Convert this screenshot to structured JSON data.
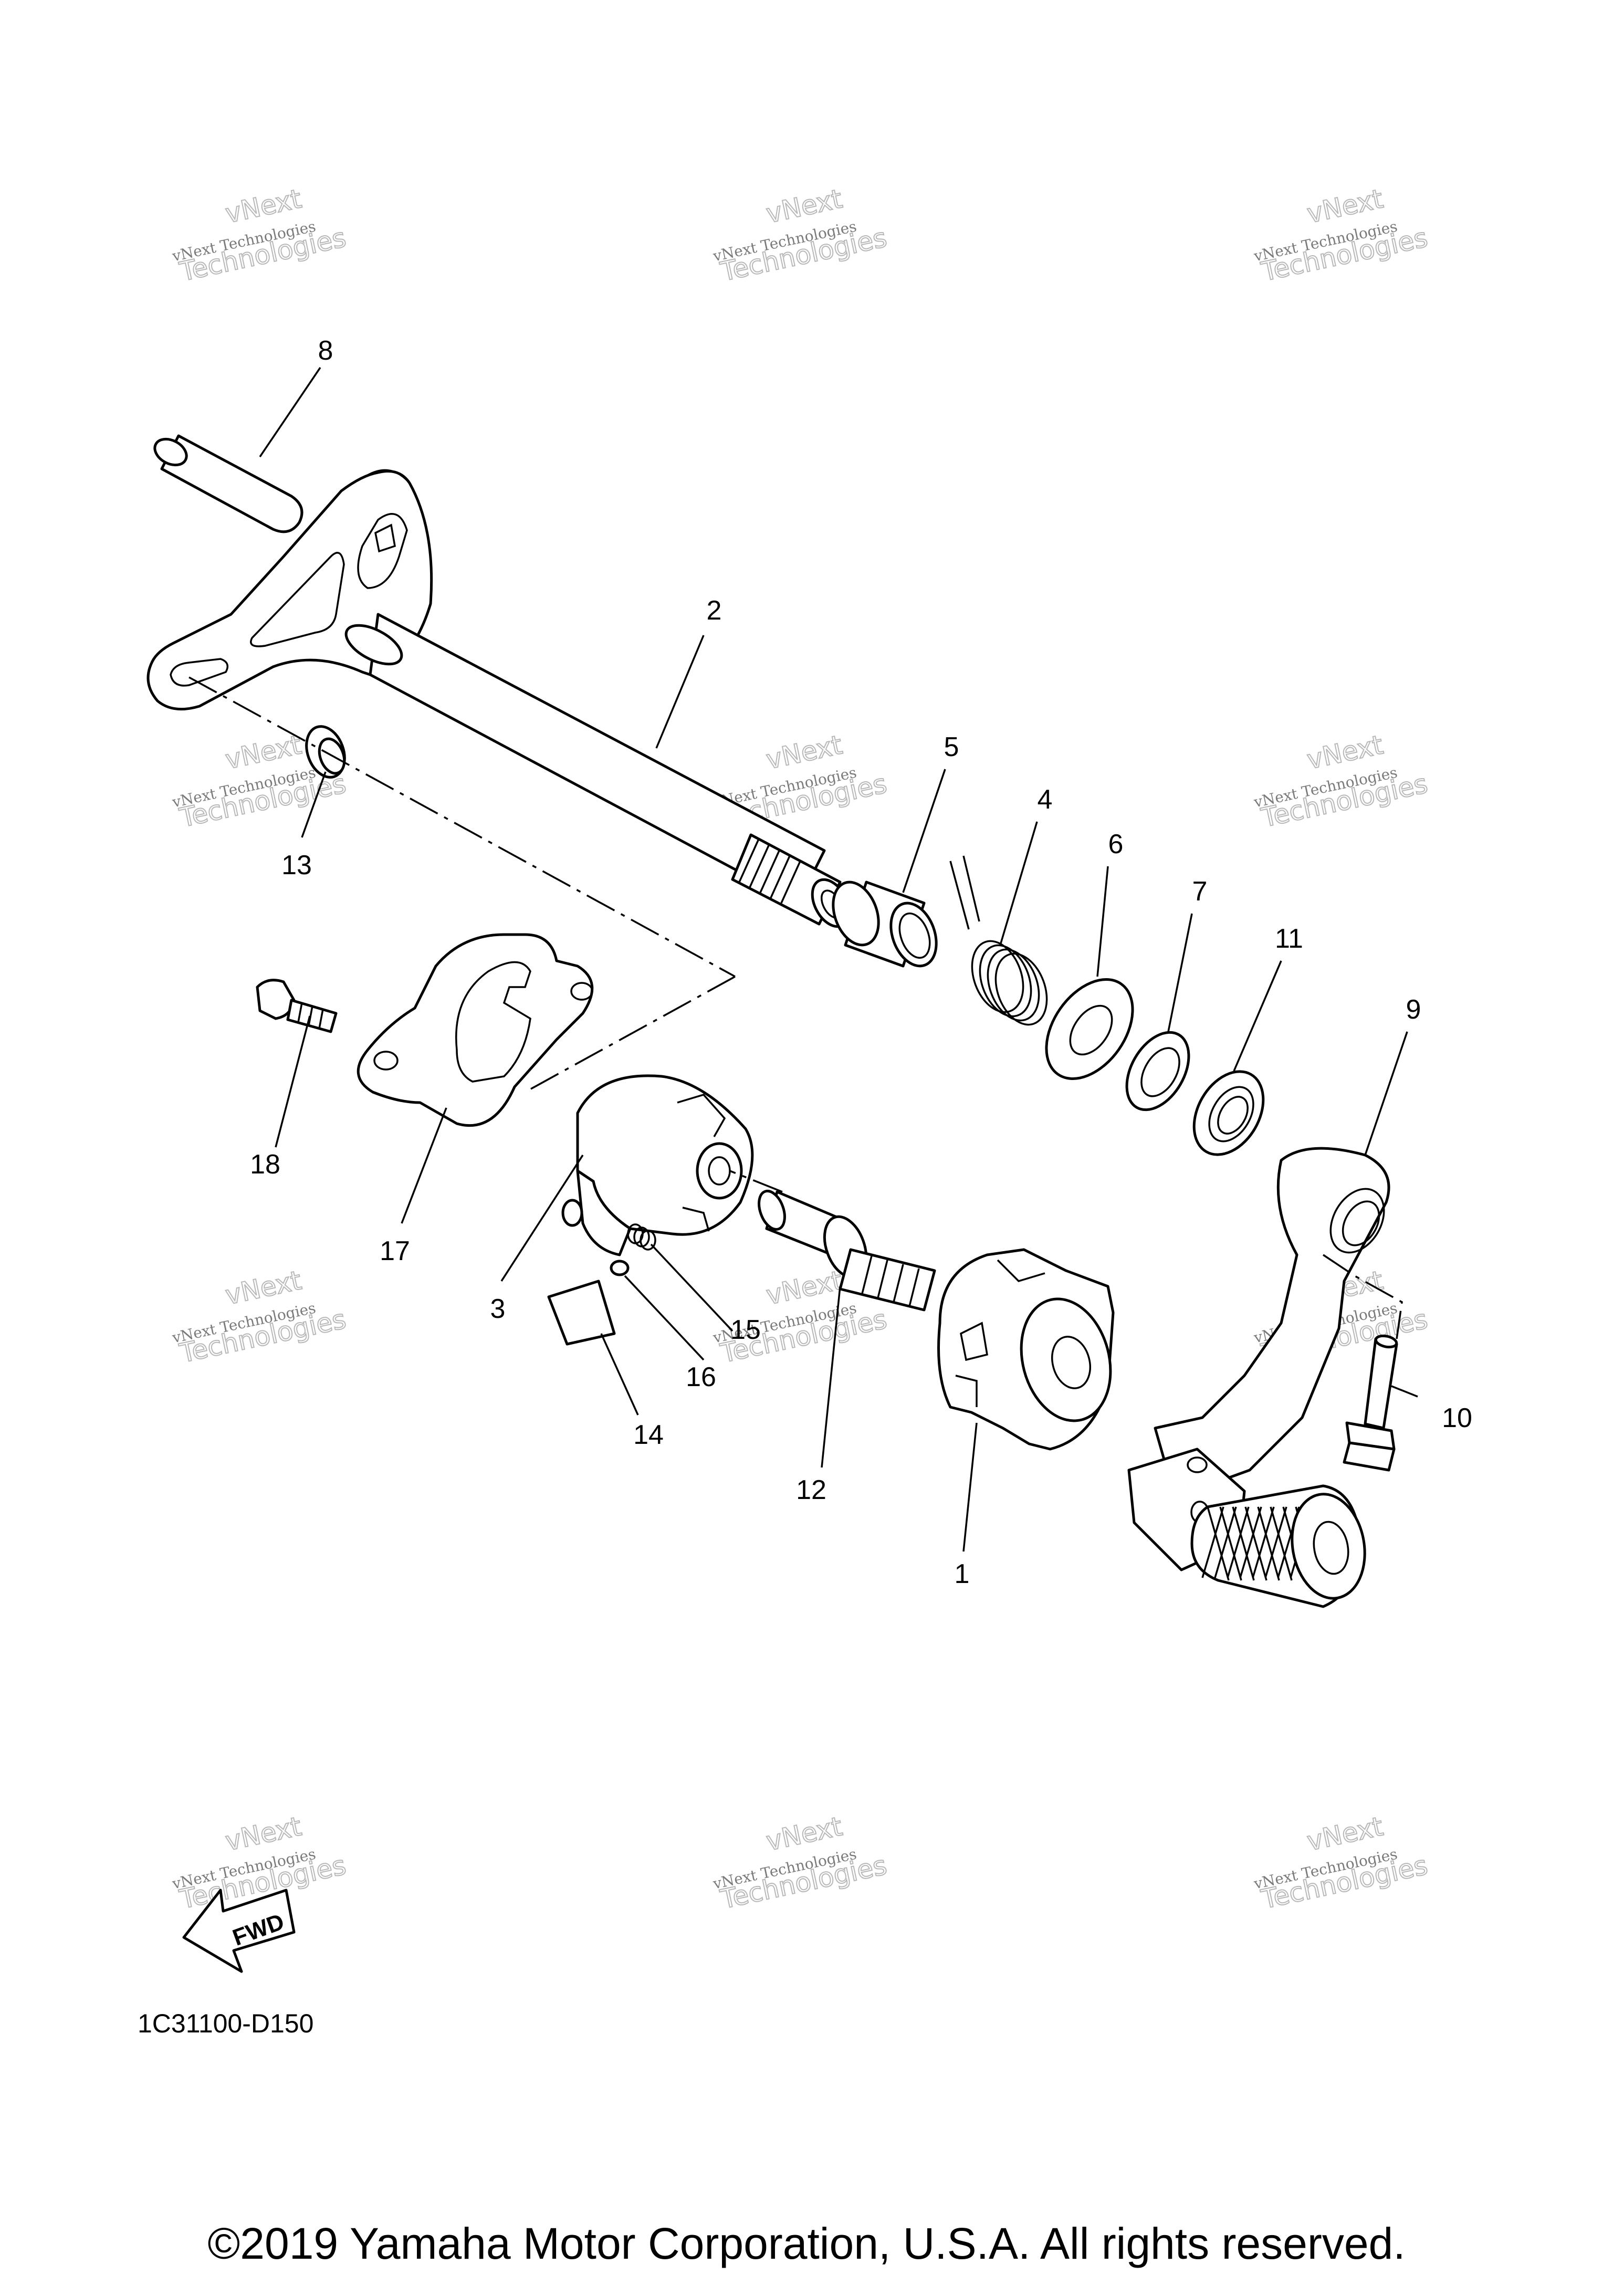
{
  "diagram": {
    "code": "1C31100-D150",
    "fwd_label": "FWD",
    "copyright": "©2019 Yamaha Motor Corporation, U.S.A. All rights reserved.",
    "callouts": [
      "1",
      "2",
      "3",
      "4",
      "5",
      "6",
      "7",
      "8",
      "9",
      "10",
      "11",
      "12",
      "13",
      "14",
      "15",
      "16",
      "17",
      "18"
    ],
    "watermark": {
      "line1": "vNext Technologies",
      "line2": "vNext",
      "line3": "Technologies"
    }
  }
}
